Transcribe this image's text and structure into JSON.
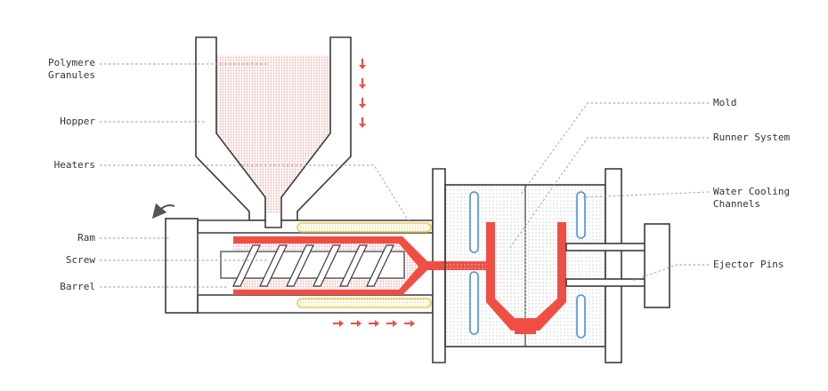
{
  "labels": {
    "polymere_line1": "Polymere",
    "polymere_line2": "Granules",
    "hopper": "Hopper",
    "heaters": "Heaters",
    "ram": "Ram",
    "screw": "Screw",
    "barrel": "Barrel",
    "mold": "Mold",
    "runner_system": "Runner System",
    "water_cooling_line1": "Water Cooling",
    "water_cooling_line2": "Channels",
    "ejector_pins": "Ejector Pins"
  },
  "colors": {
    "outline": "#3a3a3a",
    "melt_red": "#f04e45",
    "granule_pink": "#f4a9a4",
    "heater_yellow": "#e8c75a",
    "heater_fill": "#fdf6d8",
    "cooling_blue": "#4a8fe0",
    "mold_dots": "#cfcfcf",
    "leader_gray": "#9a9a9a",
    "arrow_gray": "#555555"
  },
  "icons": {
    "flow_arrow": "red-right-arrow",
    "fall_arrow": "red-down-arrow",
    "rotation": "curved-arrow-icon"
  }
}
